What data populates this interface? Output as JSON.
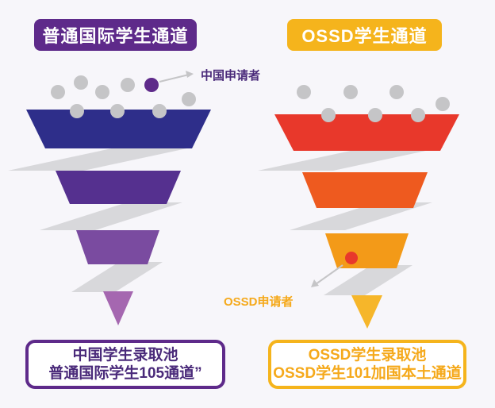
{
  "left": {
    "title": "普通国际学生通道",
    "annotation": "中国申请者",
    "result_line1": "中国学生录取池",
    "result_line2": "普通国际学生105通道”",
    "colors": {
      "pill": "#5e2a8a",
      "tiers": [
        "#2e2e8a",
        "#55308f",
        "#7a4ba0",
        "#a567b0"
      ]
    }
  },
  "right": {
    "title": "OSSD学生通道",
    "annotation": "OSSD申请者",
    "result_line1": "OSSD学生录取池",
    "result_line2": "OSSD学生101加国本土通道",
    "colors": {
      "pill": "#f5b41c",
      "tiers": [
        "#e8382b",
        "#ee5a1f",
        "#f39a18",
        "#f6b62a"
      ]
    }
  },
  "icons": {
    "applicant_dot": "circle",
    "highlight_dot": "circle",
    "arrow": "arrow"
  }
}
